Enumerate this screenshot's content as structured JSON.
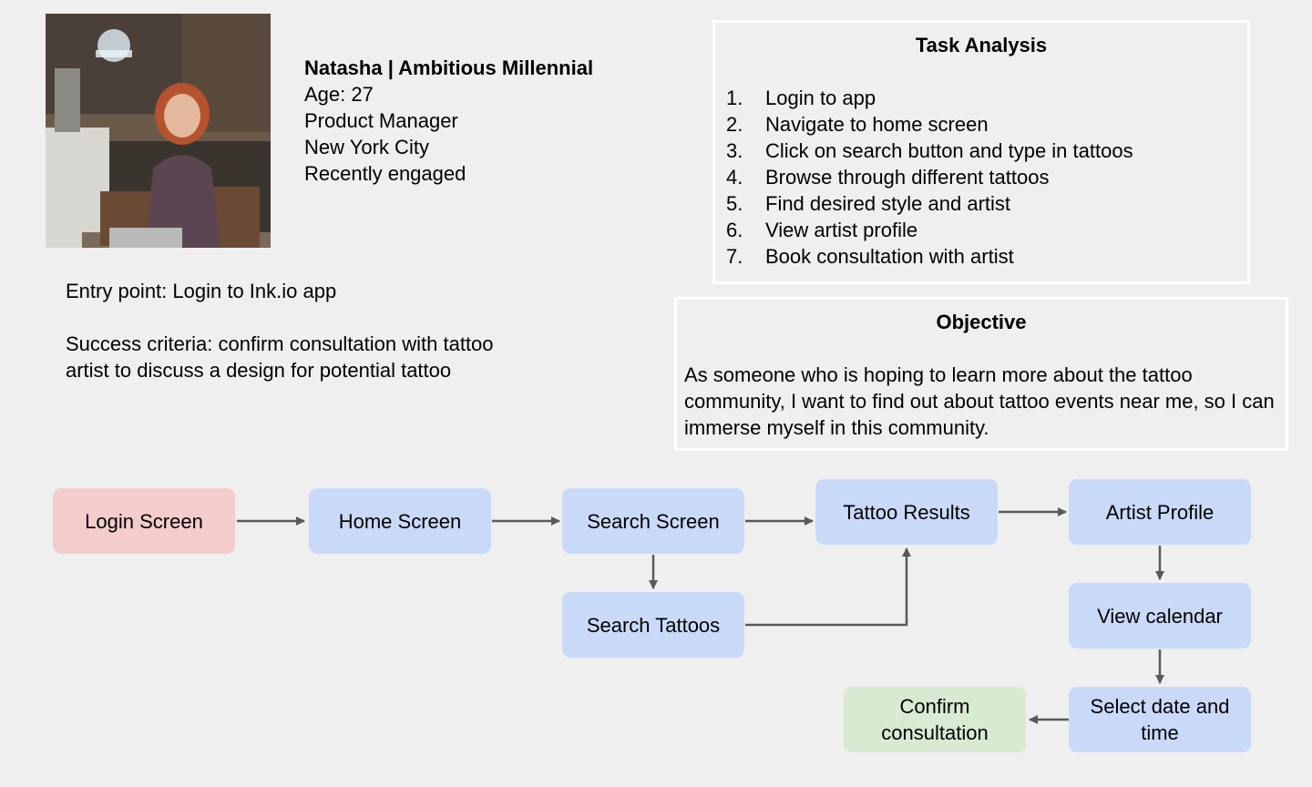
{
  "persona": {
    "name": "Natasha | Ambitious Millennial",
    "age": "Age: 27",
    "job": "Product Manager",
    "city": "New York City",
    "status": "Recently engaged"
  },
  "entry": {
    "entry_point": "Entry point: Login to Ink.io app",
    "success_criteria": "Success criteria: confirm consultation with tattoo artist to discuss a design for potential tattoo"
  },
  "task_analysis": {
    "title": "Task Analysis",
    "steps": [
      {
        "num": "1.",
        "text": "Login to app"
      },
      {
        "num": "2.",
        "text": "Navigate to home screen"
      },
      {
        "num": "3.",
        "text": "Click on search button and type in tattoos"
      },
      {
        "num": "4.",
        "text": "Browse through different tattoos"
      },
      {
        "num": "5.",
        "text": "Find desired style and artist"
      },
      {
        "num": "6.",
        "text": "View artist profile"
      },
      {
        "num": "7.",
        "text": "Book consultation with artist"
      }
    ]
  },
  "objective": {
    "title": "Objective",
    "text": "As someone who is hoping to learn more about the tattoo community, I want to find out about tattoo events near me, so I can immerse myself in this community."
  },
  "flow": {
    "login": "Login Screen",
    "home": "Home Screen",
    "search": "Search Screen",
    "tattoo_results": "Tattoo Results",
    "artist_profile": "Artist Profile",
    "search_tattoos": "Search Tattoos",
    "view_calendar": "View calendar",
    "select_date": "Select date and time",
    "confirm": "Confirm consultation"
  },
  "colors": {
    "start_node": "#f4cccc",
    "step_node": "#c9daf8",
    "end_node": "#d9ead3",
    "connector": "#595959"
  }
}
